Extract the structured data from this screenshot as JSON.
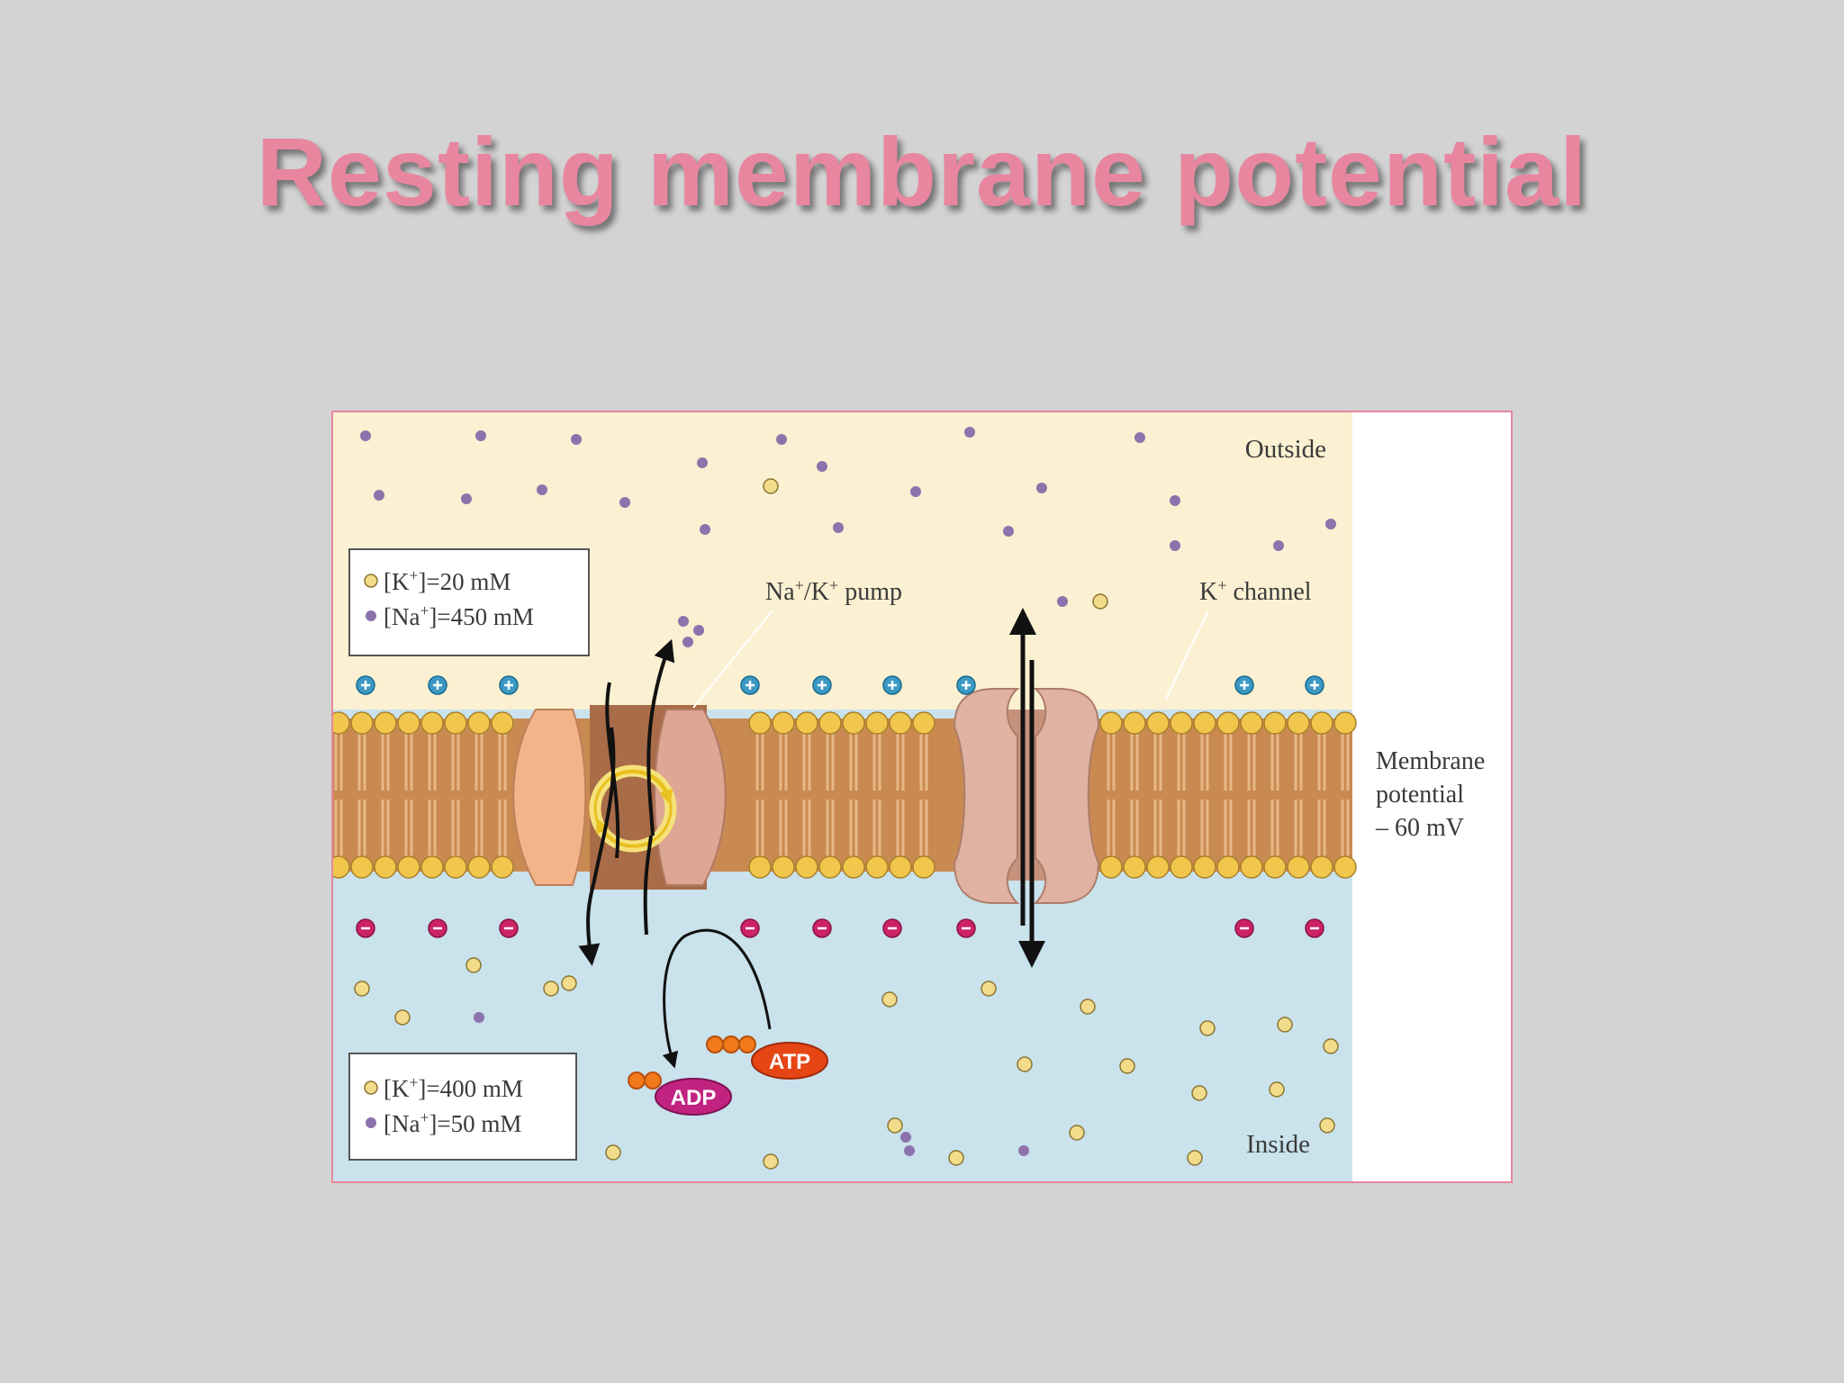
{
  "slide": {
    "title": "Resting membrane potential"
  },
  "diagram": {
    "outside_label": "Outside",
    "inside_label": "Inside",
    "pump_label": "Na+/K+ pump",
    "channel_label": "K+ channel",
    "outside_concentrations": [
      "[K+]=20 mM",
      "[Na+]=450 mM"
    ],
    "inside_concentrations": [
      "[K+]=400 mM",
      "[Na+]=50 mM"
    ],
    "membrane_potential": [
      "Membrane",
      "potential",
      "– 60 mV"
    ],
    "atp_label": "ATP",
    "adp_label": "ADP"
  },
  "colors": {
    "outside_bg": "#fbf1d2",
    "inside_bg": "#c9e2ec",
    "membrane": "#c98a52",
    "lipid_head": "#f1c64c",
    "k_ion": "#f2dc8c",
    "na_ion": "#8d72ac",
    "positive_charge": "#3b99c4",
    "negative_charge": "#cc2366",
    "atp": "#e64614",
    "adp": "#c22381",
    "title": "#e8869f"
  },
  "icons": [
    "k-ion-icon",
    "na-ion-icon",
    "positive-charge-icon",
    "negative-charge-icon",
    "cycle-arrow-icon"
  ]
}
